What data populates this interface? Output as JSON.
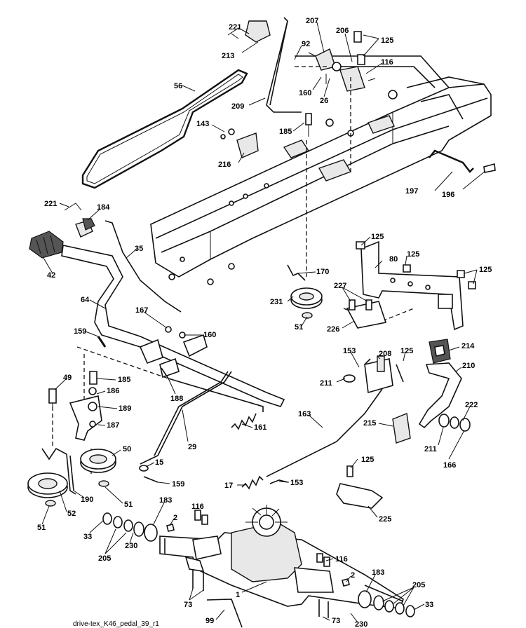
{
  "diagram": {
    "footer_label": "drive-tex_K46_pedal_39_r1",
    "callouts": [
      "221",
      "213",
      "207",
      "206",
      "125",
      "92",
      "116",
      "160",
      "26",
      "56",
      "209",
      "185",
      "143",
      "216",
      "197",
      "196",
      "221",
      "184",
      "35",
      "42",
      "64",
      "167",
      "160",
      "159",
      "185",
      "186",
      "49",
      "189",
      "187",
      "50",
      "188",
      "161",
      "29",
      "15",
      "159",
      "51",
      "52",
      "190",
      "51",
      "125",
      "80",
      "125",
      "125",
      "170",
      "231",
      "51",
      "227",
      "226",
      "153",
      "208",
      "125",
      "214",
      "211",
      "210",
      "222",
      "215",
      "163",
      "211",
      "166",
      "125",
      "17",
      "153",
      "225",
      "183",
      "116",
      "2",
      "33",
      "205",
      "230",
      "116",
      "73",
      "1",
      "2",
      "183",
      "205",
      "33",
      "99",
      "73",
      "230"
    ]
  }
}
